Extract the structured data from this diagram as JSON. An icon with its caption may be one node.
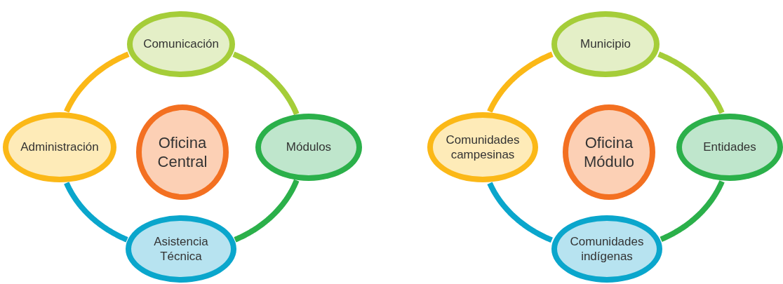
{
  "diagram": {
    "nodes": [
      {
        "text": [
          "Comunicación"
        ]
      },
      {
        "text": [
          "Administración"
        ]
      },
      {
        "text": [
          "Oficina Central"
        ]
      },
      {
        "text": [
          "Módulos"
        ]
      },
      {
        "text": [
          "Asistencia Técnica"
        ]
      },
      {
        "text": [
          "Municipio"
        ]
      },
      {
        "text": [
          "Comunidades campesinas"
        ]
      },
      {
        "text": [
          "Oficina Módulo"
        ]
      },
      {
        "text": [
          "Entidades"
        ]
      },
      {
        "text": [
          "Comunidades indígenas"
        ]
      }
    ],
    "edges": [
      {
        "from": 0,
        "to": 3,
        "arrow": "none",
        "color": "#a5cd39"
      },
      {
        "from": 3,
        "to": 4,
        "arrow": "none",
        "color": "#2bb04a"
      },
      {
        "from": 4,
        "to": 1,
        "arrow": "none",
        "color": "#0aa6cc"
      },
      {
        "from": 1,
        "to": 0,
        "arrow": "none",
        "color": "#fbb817"
      },
      {
        "from": 5,
        "to": 8,
        "arrow": "none",
        "color": "#a5cd39"
      },
      {
        "from": 8,
        "to": 9,
        "arrow": "none",
        "color": "#2bb04a"
      },
      {
        "from": 9,
        "to": 6,
        "arrow": "none",
        "color": "#0aa6cc"
      },
      {
        "from": 6,
        "to": 5,
        "arrow": "none",
        "color": "#fbb817"
      }
    ]
  }
}
